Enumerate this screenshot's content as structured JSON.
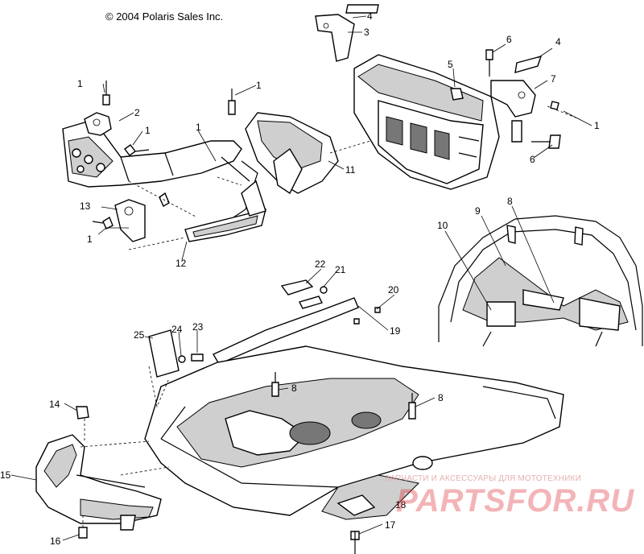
{
  "copyright": "© 2004 Polaris Sales Inc.",
  "watermark": {
    "tagline": "ЗАПЧАСТИ И АКСЕССУАРЫ ДЛЯ МОТОТЕХНИКИ",
    "logo": "PARTSFOR.RU",
    "color": "#dc2832"
  },
  "callouts": [
    {
      "id": "c1a",
      "label": "1"
    },
    {
      "id": "c1b",
      "label": "1"
    },
    {
      "id": "c1c",
      "label": "1"
    },
    {
      "id": "c1d",
      "label": "1"
    },
    {
      "id": "c1e",
      "label": "1"
    },
    {
      "id": "c1f",
      "label": "1"
    },
    {
      "id": "c2",
      "label": "2"
    },
    {
      "id": "c3",
      "label": "3"
    },
    {
      "id": "c4a",
      "label": "4"
    },
    {
      "id": "c4b",
      "label": "4"
    },
    {
      "id": "c5",
      "label": "5"
    },
    {
      "id": "c6a",
      "label": "6"
    },
    {
      "id": "c6b",
      "label": "6"
    },
    {
      "id": "c7",
      "label": "7"
    },
    {
      "id": "c8a",
      "label": "8"
    },
    {
      "id": "c8b",
      "label": "8"
    },
    {
      "id": "c8c",
      "label": "8"
    },
    {
      "id": "c9",
      "label": "9"
    },
    {
      "id": "c10",
      "label": "10"
    },
    {
      "id": "c11",
      "label": "11"
    },
    {
      "id": "c12",
      "label": "12"
    },
    {
      "id": "c13",
      "label": "13"
    },
    {
      "id": "c14",
      "label": "14"
    },
    {
      "id": "c15",
      "label": "15"
    },
    {
      "id": "c16",
      "label": "16"
    },
    {
      "id": "c17",
      "label": "17"
    },
    {
      "id": "c18",
      "label": "18"
    },
    {
      "id": "c19",
      "label": "19"
    },
    {
      "id": "c20",
      "label": "20"
    },
    {
      "id": "c21",
      "label": "21"
    },
    {
      "id": "c22",
      "label": "22"
    },
    {
      "id": "c23",
      "label": "23"
    },
    {
      "id": "c24",
      "label": "24"
    },
    {
      "id": "c25",
      "label": "25"
    }
  ]
}
